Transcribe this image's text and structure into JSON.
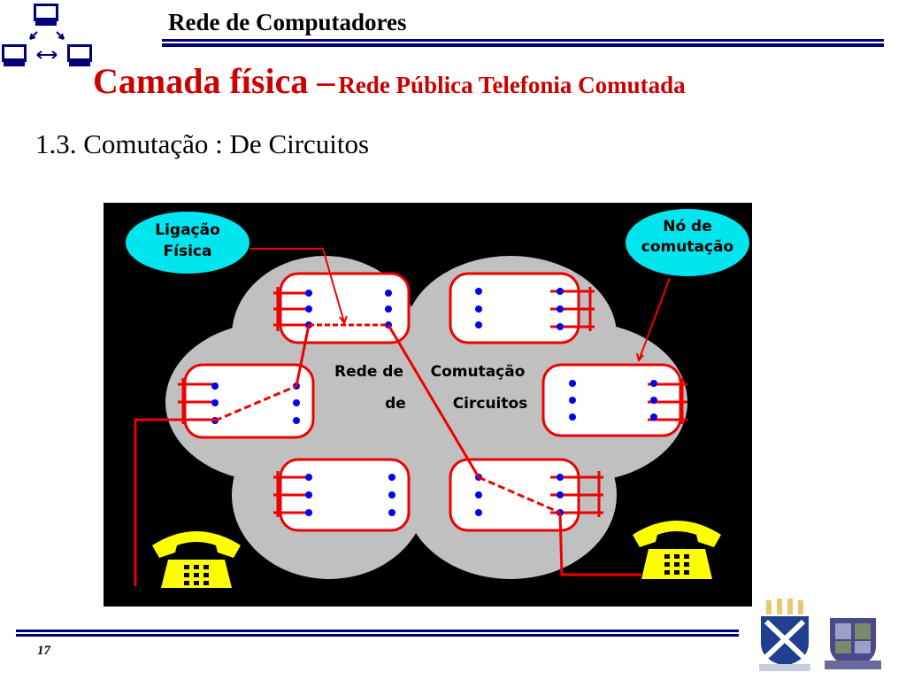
{
  "header": {
    "title": "Rede de Computadores"
  },
  "slide": {
    "title_main": "Camada física –",
    "title_sub": "Rede Pública Telefonia Comutada",
    "bullet": "1.3. Comutação : De Circuitos"
  },
  "diagram": {
    "callout_left": [
      "Ligação",
      "Física"
    ],
    "callout_right": [
      "Nó de",
      "comutação"
    ],
    "center_left": [
      "Rede de",
      "de"
    ],
    "center_right": [
      "Comutação",
      "Circuitos"
    ]
  },
  "footer": {
    "page": "17"
  },
  "colors": {
    "navy": "#00007a",
    "title_red": "#cc0000",
    "cloud": "#c0c0c0",
    "callout": "#00e5ee",
    "phone": "#ffff00"
  }
}
